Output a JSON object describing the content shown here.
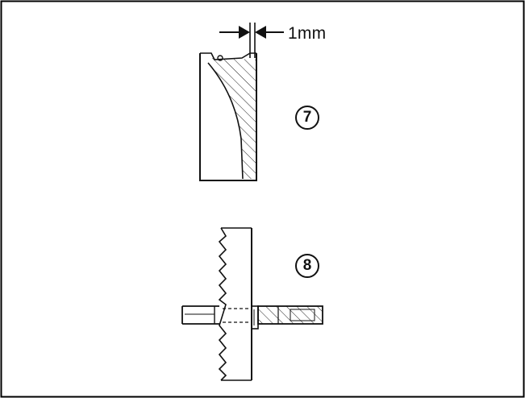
{
  "figure": {
    "dimension_label": "1mm",
    "steps": [
      {
        "number": "7"
      },
      {
        "number": "8"
      }
    ],
    "icons": [
      "dimension-arrows-icon",
      "step-circle-icon"
    ]
  }
}
